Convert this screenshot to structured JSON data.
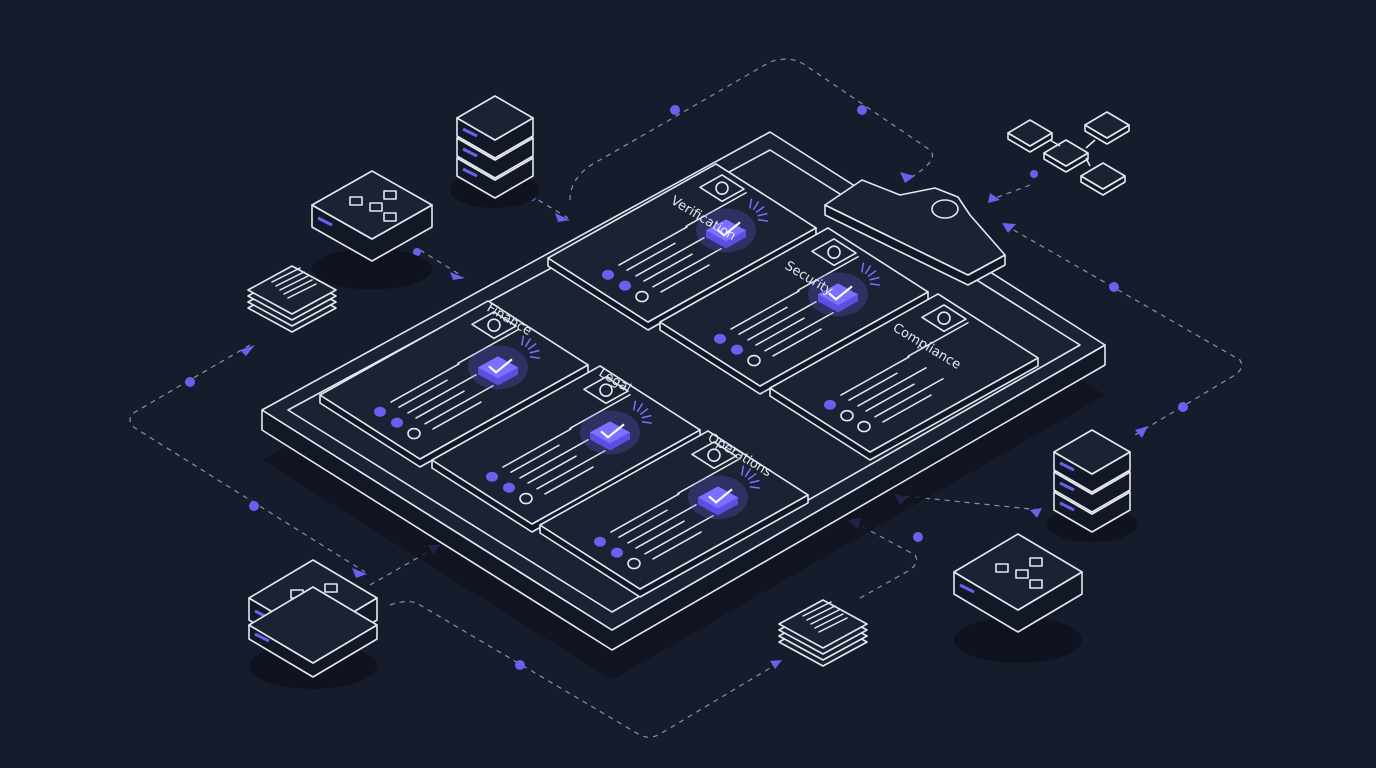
{
  "colors": {
    "background": "#161c2c",
    "accent": "#6b5ff0",
    "line": "#e6e8f0"
  },
  "cards": [
    {
      "label": "Verification",
      "icon": "gear-globe-icon",
      "checked": true
    },
    {
      "label": "Security",
      "icon": "shield-lock-icon",
      "checked": true
    },
    {
      "label": "Compliance",
      "icon": "document-stamp-icon",
      "checked": false
    },
    {
      "label": "Finance",
      "icon": "coin-hand-icon",
      "checked": true
    },
    {
      "label": "Legal",
      "icon": "scales-icon",
      "checked": true
    },
    {
      "label": "Operations",
      "icon": "gear-icon",
      "checked": true
    }
  ]
}
